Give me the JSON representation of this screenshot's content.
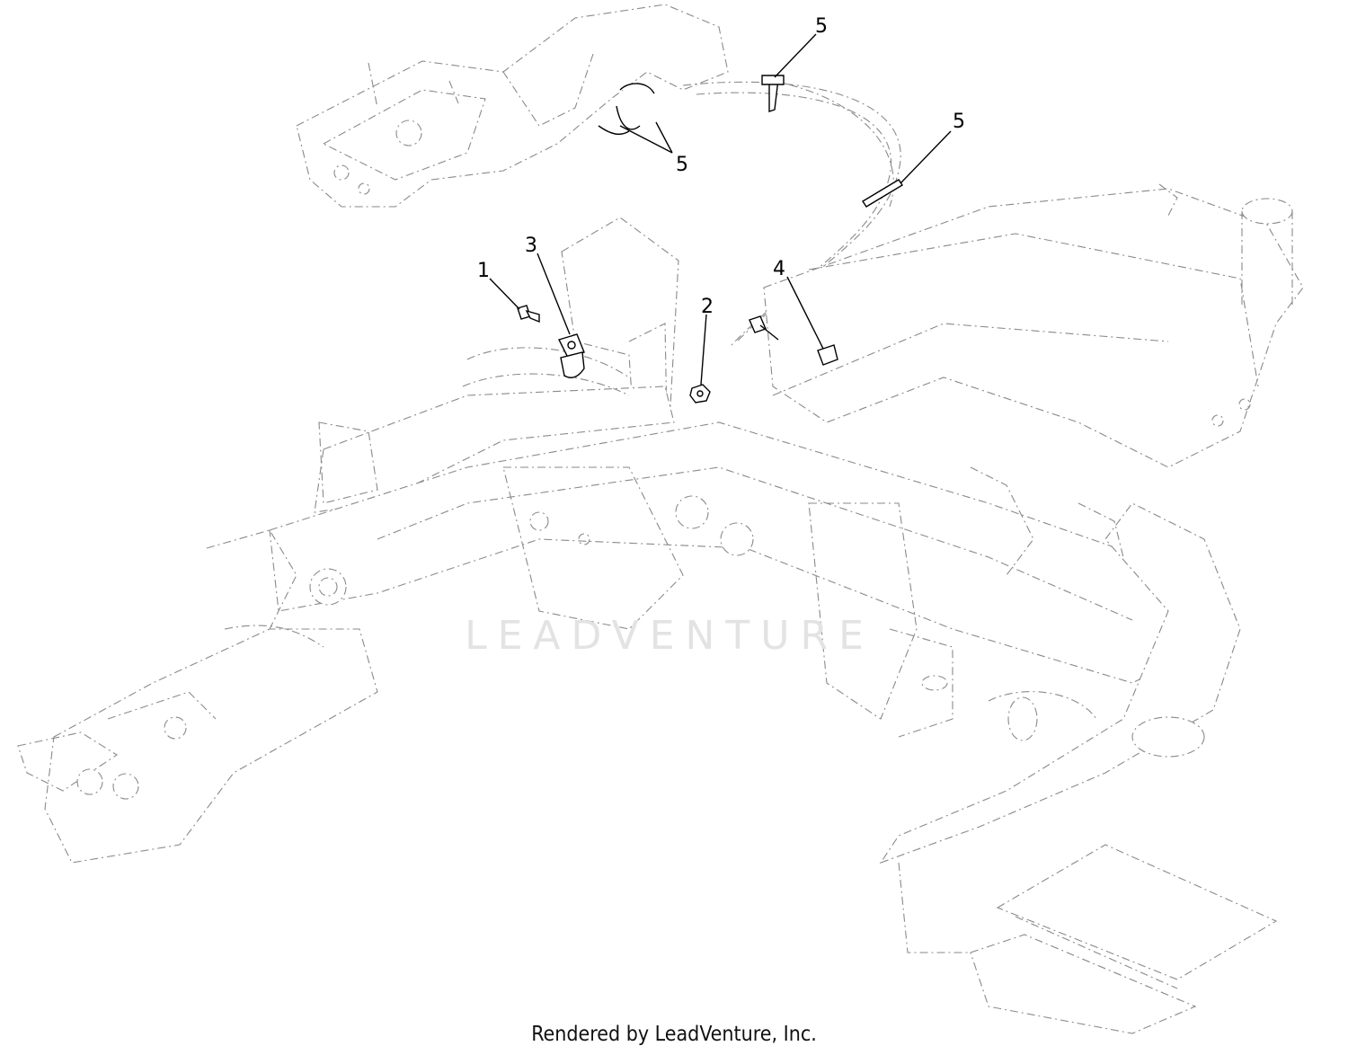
{
  "footer": {
    "text": "Rendered by LeadVenture, Inc."
  },
  "watermark": {
    "text": "LEADVENTURE"
  },
  "callouts": [
    {
      "id": "1",
      "label": "1"
    },
    {
      "id": "2",
      "label": "2"
    },
    {
      "id": "3",
      "label": "3"
    },
    {
      "id": "4",
      "label": "4"
    },
    {
      "id": "5a",
      "label": "5"
    },
    {
      "id": "5b",
      "label": "5"
    },
    {
      "id": "5c",
      "label": "5"
    }
  ],
  "colors": {
    "line": "#000000",
    "ghost_line": "#8a8a8a",
    "watermark": "#e3e3e3",
    "background": "#ffffff"
  }
}
